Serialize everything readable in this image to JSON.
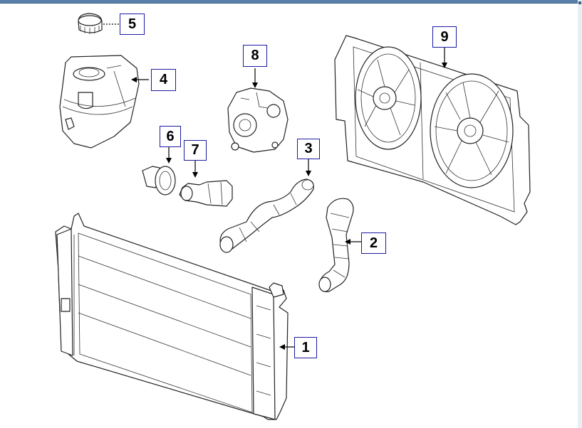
{
  "callouts": [
    {
      "id": "1",
      "label": "1"
    },
    {
      "id": "2",
      "label": "2"
    },
    {
      "id": "3",
      "label": "3"
    },
    {
      "id": "4",
      "label": "4"
    },
    {
      "id": "5",
      "label": "5"
    },
    {
      "id": "6",
      "label": "6"
    },
    {
      "id": "7",
      "label": "7"
    },
    {
      "id": "8",
      "label": "8"
    },
    {
      "id": "9",
      "label": "9"
    }
  ],
  "colors": {
    "callout_border": "#1a1aa0",
    "linework": "#222222",
    "top_bar": "#5a7fa8"
  }
}
